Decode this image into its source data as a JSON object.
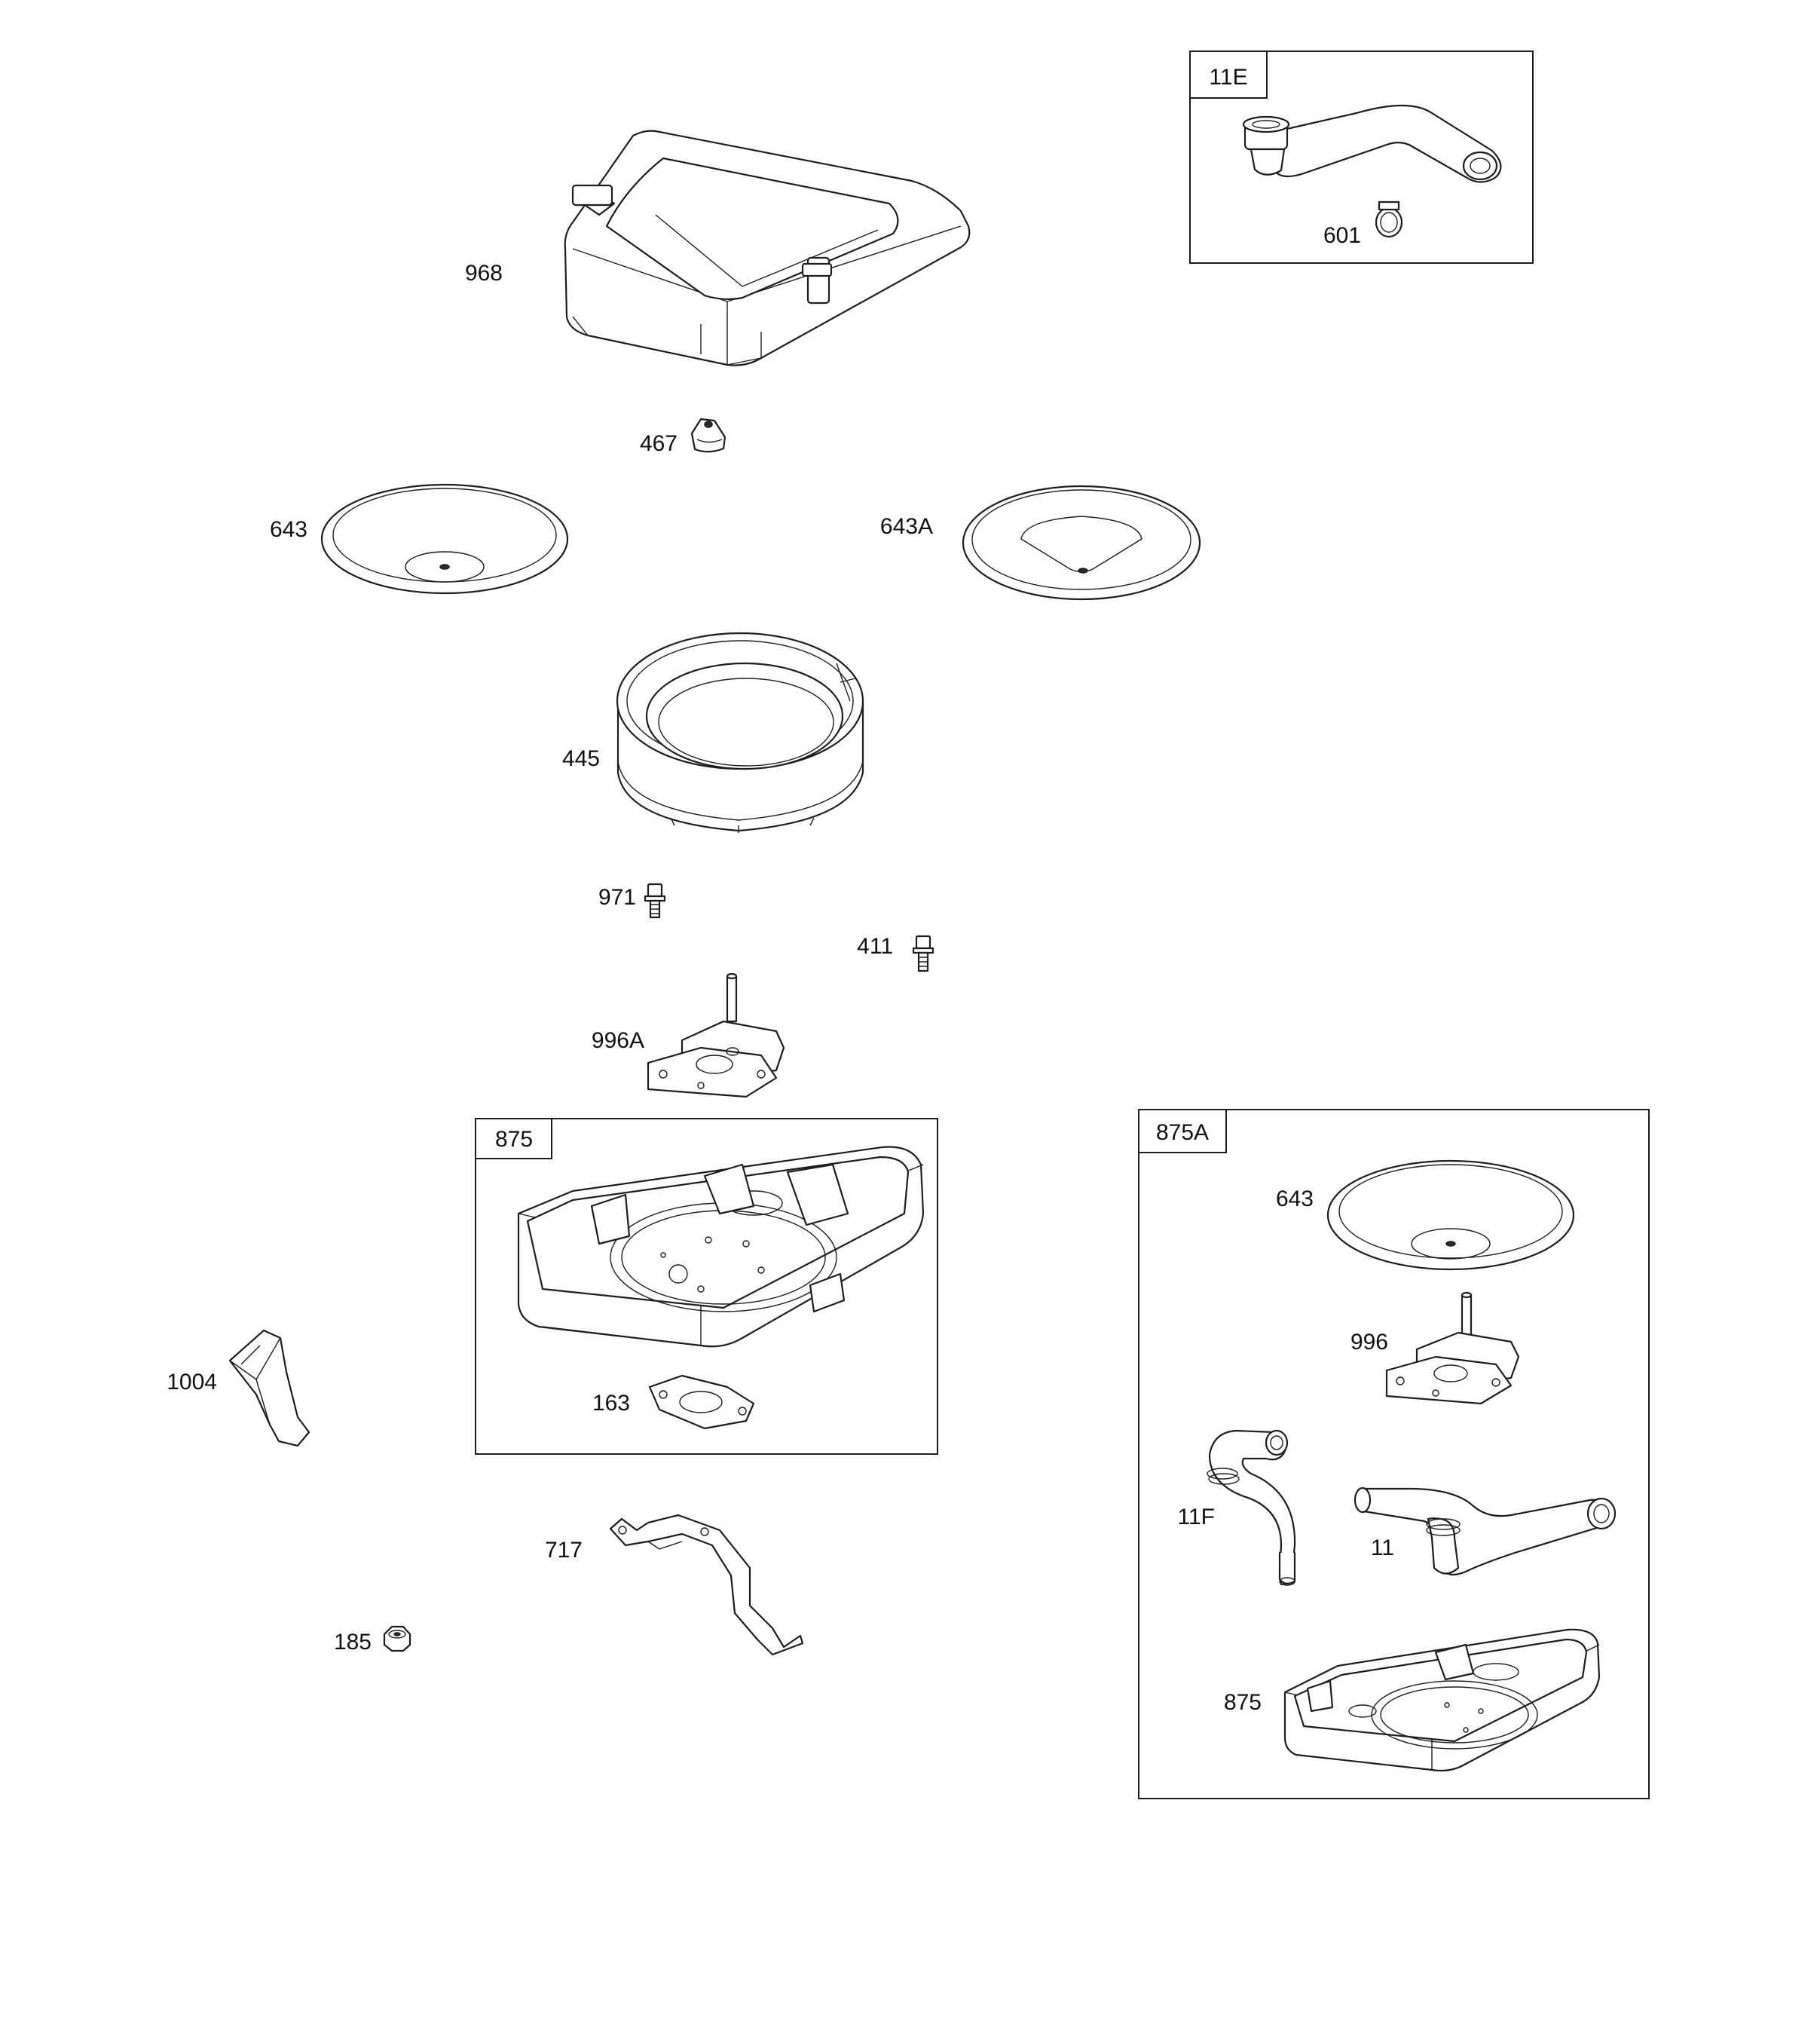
{
  "diagram": {
    "callouts": {
      "p968": "968",
      "p467": "467",
      "p643": "643",
      "p643a": "643A",
      "p445": "445",
      "p971": "971",
      "p411": "411",
      "p996a": "996A",
      "p1004": "1004",
      "p163": "163",
      "p717": "717",
      "p185": "185",
      "p601": "601",
      "k643": "643",
      "k996": "996",
      "k11f": "11F",
      "k11": "11",
      "k875": "875"
    },
    "kits": {
      "k11e": "11E",
      "k875": "875",
      "k875a": "875A"
    }
  }
}
